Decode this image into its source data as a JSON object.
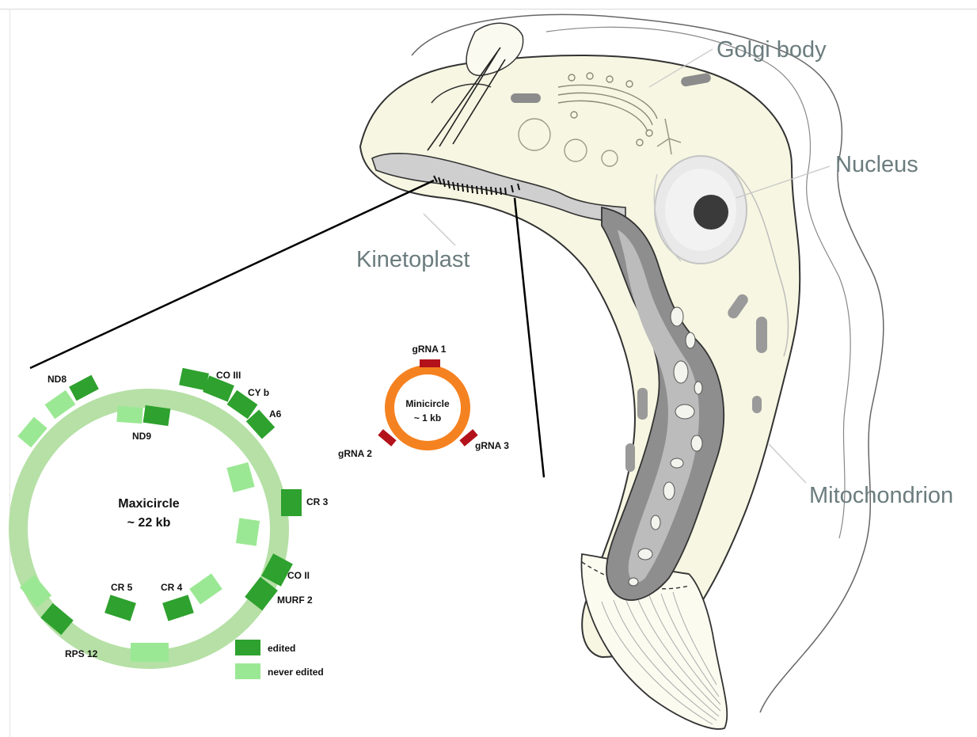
{
  "colors": {
    "edited": "#2ea12e",
    "never_edited": "#9be894",
    "maxicircle_ring": "#b6e0a6",
    "minicircle_ring": "#f58220",
    "grna": "#b3121a",
    "cell_fill": "#f6f6e2",
    "label_gray": "#6b7c7e"
  },
  "cell": {
    "labels": {
      "golgi": "Golgi body",
      "nucleus": "Nucleus",
      "kinetoplast": "Kinetoplast",
      "mitochondrion": "Mitochondrion"
    }
  },
  "maxicircle": {
    "title_line1": "Maxicircle",
    "title_line2": "~ 22 kb",
    "genes": {
      "nd8": "ND8",
      "co3": "CO III",
      "cyb": "CY b",
      "a6": "A6",
      "nd9": "ND9",
      "cr3": "CR 3",
      "co2": "CO II",
      "murf2": "MURF 2",
      "cr5": "CR 5",
      "cr4": "CR 4",
      "rps12": "RPS 12"
    }
  },
  "minicircle": {
    "title_line1": "Minicircle",
    "title_line2": "~ 1 kb",
    "grnas": {
      "g1": "gRNA 1",
      "g2": "gRNA 2",
      "g3": "gRNA 3"
    }
  },
  "legend": {
    "edited": "edited",
    "never_edited": "never edited"
  }
}
